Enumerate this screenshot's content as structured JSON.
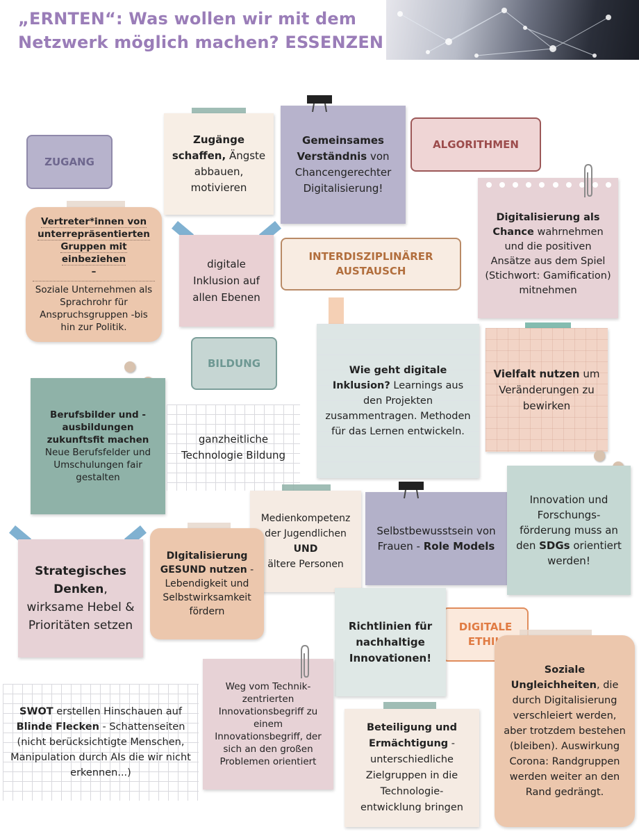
{
  "header": {
    "title_line1": "„ERNTEN“: Was wollen wir mit dem",
    "title_line2": "Netzwerk möglich machen?  ESSENZEN"
  },
  "labels": {
    "zugang": "ZUGANG",
    "algorithmen": "ALGORITHMEN",
    "interdisziplinaer": "INTERDISZIPLINÄRER AUSTAUSCH",
    "bildung": "BILDUNG",
    "digitale_ethik": "DIGITALE ETHIK"
  },
  "notes": {
    "zugaenge": {
      "bold": "Zugänge schaffen,",
      "rest": " Ängste abbauen, motivieren"
    },
    "verstaendnis": {
      "bold": "Gemeinsames Verständnis",
      "rest": " von Chancengerechter Digitalisierung!"
    },
    "vertreter": {
      "bold": "Vertreter*innen von unterrepräsentierten Gruppen mit einbeziehen",
      "dash": "–",
      "rest": "Soziale Unternehmen als Sprachrohr für Anspruchsgruppen -bis hin zur Politik."
    },
    "inklusion": {
      "text": "digitale Inklusion auf allen Ebenen"
    },
    "chance": {
      "bold": "Digitalisierung als Chance",
      "rest": " wahrnehmen und die positiven Ansätze aus dem Spiel (Stichwort: Gamification) mitnehmen"
    },
    "wie_geht": {
      "bold": "Wie geht digitale Inklusion?",
      "rest": " Learnings aus den Projekten zusammentragen. Methoden für das Lernen entwickeln."
    },
    "vielfalt": {
      "bold": "Vielfalt nutzen",
      "rest": " um Veränderungen zu bewirken"
    },
    "berufsbilder": {
      "bold": "Berufsbilder und -ausbildungen zukunftsfit machen",
      "rest": " Neue Berufsfelder und Umschulungen fair gestalten"
    },
    "technologie": {
      "text": "ganzheitliche Technologie Bildung"
    },
    "medien": {
      "pre": "Medienkompetenz der Jugendlichen",
      "bold": "UND",
      "rest": "ältere Personen"
    },
    "selbstbewusst": {
      "pre": "Selbstbewusstsein von Frauen  - ",
      "bold": "Role Models"
    },
    "innovation": {
      "pre": "Innovation und Forschungs-förderung muss an den ",
      "bold": "SDGs",
      "rest": " orientiert werden!"
    },
    "strategisch": {
      "bold": "Strategisches Denken",
      "rest": ", wirksame Hebel & Prioritäten setzen"
    },
    "gesund": {
      "bold": "DIgitalisierung GESUND nutzen",
      "rest": " - Lebendigkeit und Selbstwirksamkeit fördern"
    },
    "richtlinien": {
      "bold": "Richtlinien für nachhaltige Innovationen!"
    },
    "swot": {
      "bold1": "SWOT",
      "mid1": " erstellen Hinschauen auf ",
      "bold2": "Blinde Flecken",
      "rest": " - Schattenseiten (nicht berücksichtigte Menschen, Manipulation durch AIs die wir nicht erkennen...)"
    },
    "weg_vom": {
      "text": "Weg vom Technik-zentrierten Innovationsbegriff zu einem Innovationsbegriff, der sich an den großen Problemen orientiert"
    },
    "beteiligung": {
      "bold": "Beteiligung und Ermächtigung",
      "rest": " - unterschiedliche Zielgruppen in die Technologie-entwicklung bringen"
    },
    "soziale": {
      "bold": "Soziale Ungleichheiten",
      "rest": ", die durch Digitalisierung verschleiert werden, aber trotzdem bestehen (bleiben). Auswirkung Corona: Randgruppen werden weiter an den Rand gedrängt."
    }
  },
  "colors": {
    "title": "#9a7db8",
    "cream": "#f7eee5",
    "lavender": "#b7b3cc",
    "peach": "#ecc7ad",
    "pink": "#e9d0d3",
    "sage": "#c5d3d0",
    "teal": "#8fb2a8",
    "rose": "#e7d2d6",
    "paper": "#f4f4f2"
  }
}
